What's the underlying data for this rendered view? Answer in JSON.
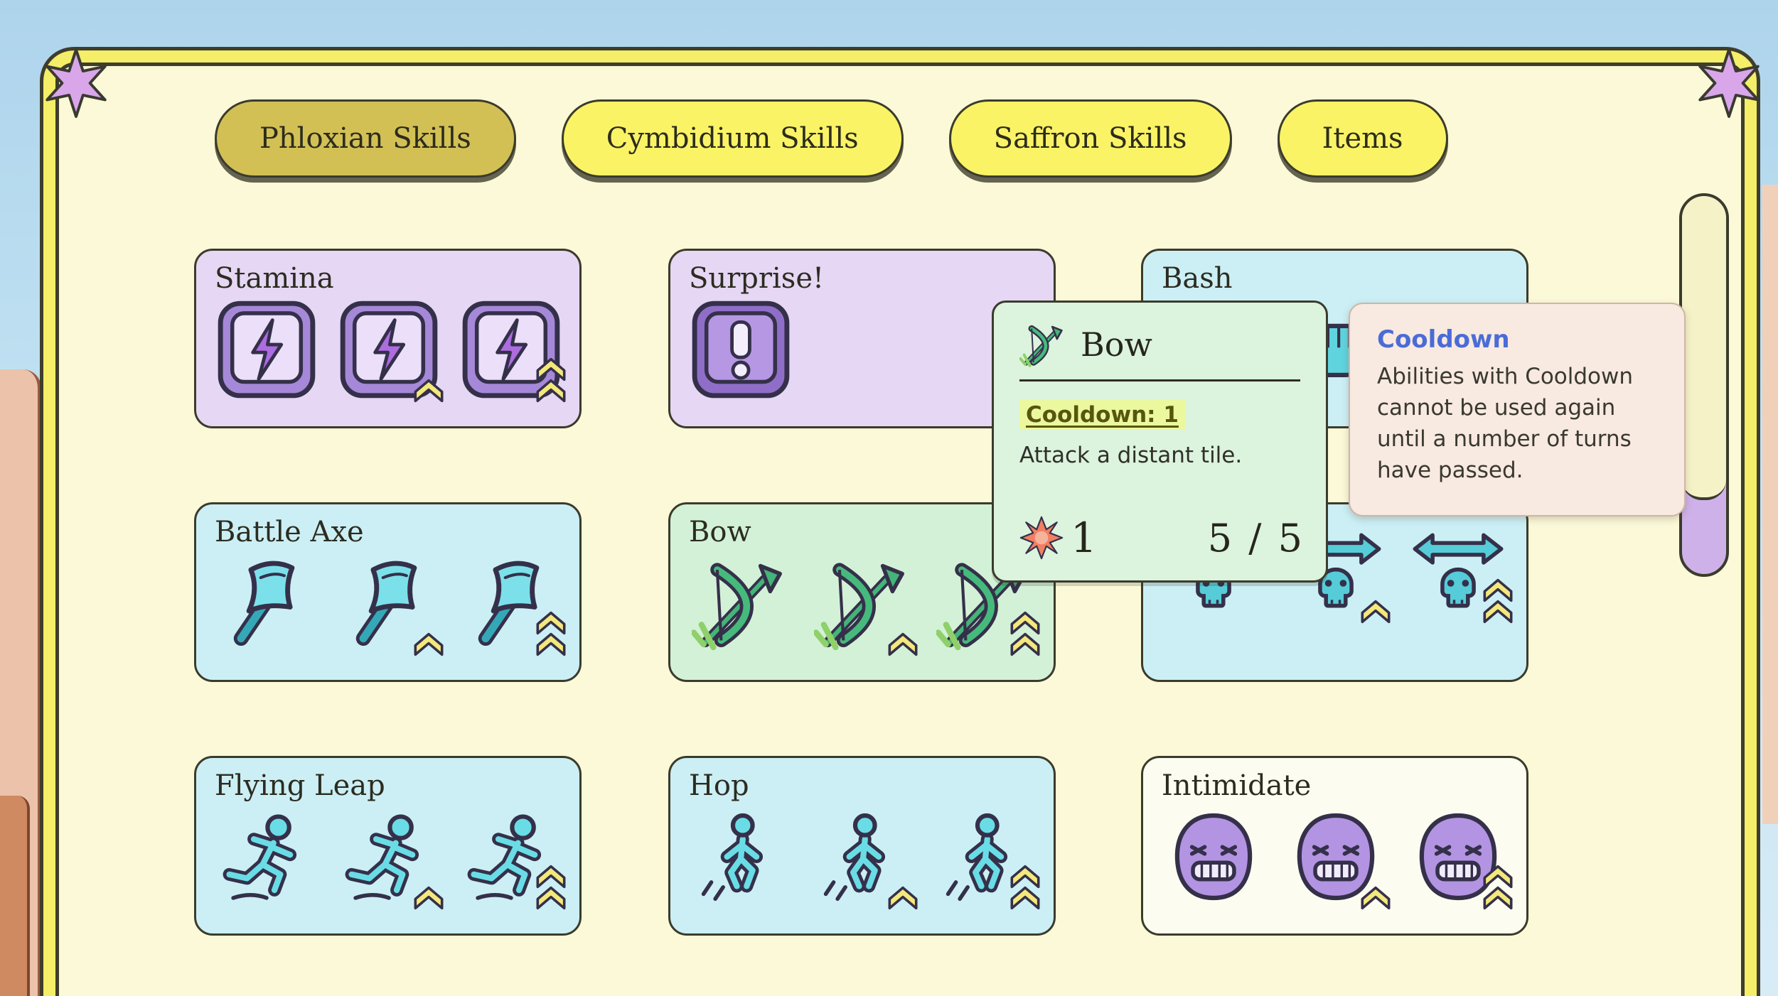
{
  "tabs": [
    {
      "label": "Phloxian Skills",
      "active": true
    },
    {
      "label": "Cymbidium Skills",
      "active": false
    },
    {
      "label": "Saffron Skills",
      "active": false
    },
    {
      "label": "Items",
      "active": false
    }
  ],
  "skills": [
    {
      "name": "Stamina",
      "icon": "lightning-bolt-icon",
      "levels": [
        1,
        2,
        3
      ]
    },
    {
      "name": "Surprise!",
      "icon": "exclamation-icon",
      "levels": [
        1
      ]
    },
    {
      "name": "Bash",
      "icon": "fist-icon",
      "levels": [
        1,
        2,
        3
      ]
    },
    {
      "name": "Battle Axe",
      "icon": "axe-icon",
      "levels": [
        1,
        2,
        3
      ]
    },
    {
      "name": "Bow",
      "icon": "bow-arrow-icon",
      "levels": [
        1,
        2,
        3
      ]
    },
    {
      "name": "",
      "icon": "arrow-skull-icon",
      "levels": [
        1,
        2,
        3
      ]
    },
    {
      "name": "Flying Leap",
      "icon": "running-figure-icon",
      "levels": [
        1,
        2,
        3
      ]
    },
    {
      "name": "Hop",
      "icon": "hopping-figure-icon",
      "levels": [
        1,
        2,
        3
      ]
    },
    {
      "name": "Intimidate",
      "icon": "angry-face-icon",
      "levels": [
        1,
        2,
        3
      ]
    }
  ],
  "bow_tooltip": {
    "title": "Bow",
    "keyword": "Cooldown: 1",
    "description": "Attack a distant tile.",
    "cost": "1",
    "uses": "5 / 5"
  },
  "cooldown_tooltip": {
    "title": "Cooldown",
    "body": "Abilities with Cooldown cannot be used again until a number of turns have passed."
  },
  "colors": {
    "panel_bg": "#fbf9d8",
    "panel_border_yellow": "#f4ee69",
    "tab_idle": "#faf365",
    "tab_active": "#d3c055",
    "card_purple": "#e6d7f5",
    "card_cyan": "#cbeff5",
    "card_green": "#d3f1d7",
    "card_cream": "#fdfcf0",
    "tooltip_green": "#dcf3de",
    "tooltip_pink": "#f8e9e1",
    "keyword_highlight": "#ebf89e",
    "cooldown_blue": "#4a6cd6",
    "burst_coral": "#f07f63",
    "upgrade_chevron_yellow": "#f3e87b",
    "scroll_track_purple": "#cfb1e9"
  }
}
